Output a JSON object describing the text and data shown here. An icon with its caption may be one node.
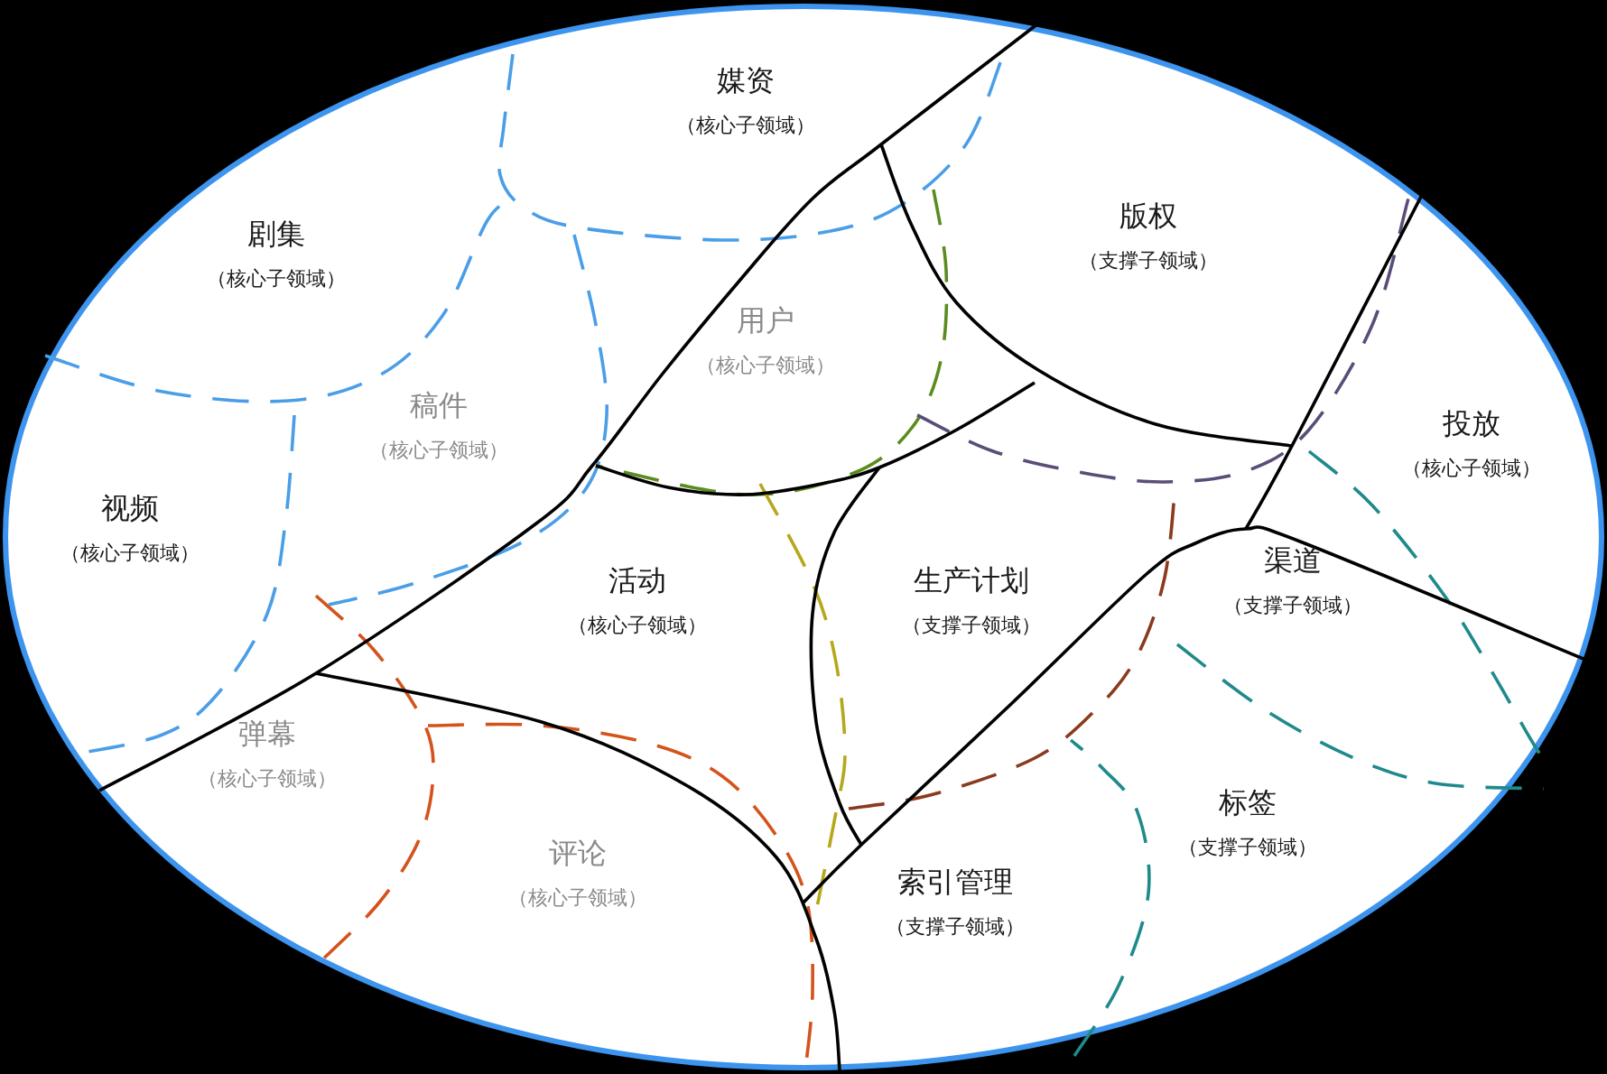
{
  "diagram": {
    "nodes": [
      {
        "text": [
          "媒资",
          "（核心子领域）"
        ]
      },
      {
        "text": [
          "剧集",
          "（核心子领域）"
        ]
      },
      {
        "text": [
          "版权",
          "（支撑子领域）"
        ]
      },
      {
        "text": [
          "用户",
          "（核心子领域）"
        ]
      },
      {
        "text": [
          "稿件",
          "（核心子领域）"
        ]
      },
      {
        "text": [
          "投放",
          "（核心子领域）"
        ]
      },
      {
        "text": [
          "视频",
          "（核心子领域）"
        ]
      },
      {
        "text": [
          "活动",
          "（核心子领域）"
        ]
      },
      {
        "text": [
          "生产计划",
          "（支撑子领域）"
        ]
      },
      {
        "text": [
          "渠道",
          "（支撑子领域）"
        ]
      },
      {
        "text": [
          "弹幕",
          "（核心子领域）"
        ]
      },
      {
        "text": [
          "标签",
          "（支撑子领域）"
        ]
      },
      {
        "text": [
          "评论",
          "（核心子领域）"
        ]
      },
      {
        "text": [
          "索引管理",
          "（支撑子领域）"
        ]
      }
    ]
  }
}
